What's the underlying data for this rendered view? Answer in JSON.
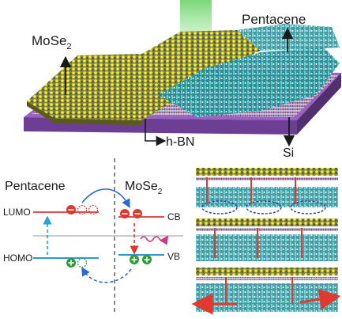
{
  "labels": {
    "mose2_top": "MoSe",
    "mose2_top_sub": "2",
    "pentacene_top": "Pentacene",
    "hbn": "h-BN",
    "si": "Si",
    "pentacene_bottom": "Pentacene",
    "mose2_bottom": "MoSe",
    "mose2_bottom_sub": "2",
    "lumo": "LUMO",
    "homo": "HOMO",
    "cb": "CB",
    "vb": "VB"
  },
  "colors": {
    "substrate": "#8a4fb0",
    "mose2_yellow": "#e8e83a",
    "pentacene_teal": "#3fb0b8",
    "electron": "#d83a30",
    "hole": "#2e9a3a",
    "lumo_line": "#e05050",
    "homo_line": "#2a9ad0",
    "transfer_arrow": "#2a6ad0",
    "emission": "#c83a8a",
    "laser": "#6cd46a"
  }
}
